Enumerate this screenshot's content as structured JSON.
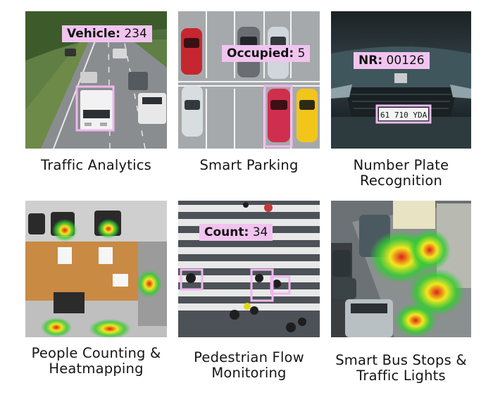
{
  "tiles": [
    {
      "caption": "Traffic Analytics",
      "tag_label": "Vehicle:",
      "tag_value": "234"
    },
    {
      "caption": "Smart Parking",
      "tag_label": "Occupied:",
      "tag_value": "5"
    },
    {
      "caption": "Number Plate Recognition",
      "tag_label": "NR:",
      "tag_value": "00126",
      "plate_text": "61 710 YDA"
    },
    {
      "caption": "People Counting & Heatmapping"
    },
    {
      "caption": "Pedestrian Flow Monitoring",
      "tag_label": "Count:",
      "tag_value": "34"
    },
    {
      "caption": "Smart Bus Stops & Traffic Lights"
    }
  ],
  "colors": {
    "box": "#f0b7ee",
    "tag_bg": "#f1c4ef",
    "heat_hot": "#e0201a",
    "heat_mid": "#f2e81e",
    "heat_cool": "#33cc33"
  }
}
